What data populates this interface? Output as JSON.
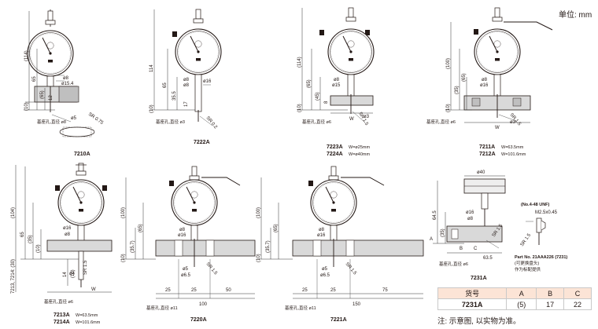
{
  "unit_label": "单位: mm",
  "colors": {
    "line": "#231815",
    "dimension": "#333333",
    "table_header_bg": "#fce4d6",
    "table_border": "#c9c9c9",
    "gauge_bg": "#eeeeee"
  },
  "gauges": [
    {
      "id": "7210A",
      "model_lines": [
        "7210A"
      ],
      "width_notes": [],
      "hole_note": "基座孔,直径 ø8",
      "dims": [
        "(114)",
        "65",
        "(65)",
        "ø8",
        "ø15.4",
        "12",
        "(10)",
        "ø5",
        "SR 0.75"
      ]
    },
    {
      "id": "7222A",
      "model_lines": [
        "7222A"
      ],
      "width_notes": [],
      "hole_note": "基座孔,直径 ø3",
      "dims": [
        "114",
        "65",
        "35.5",
        "ø8",
        "ø8",
        "ø16",
        "17",
        "(10)",
        "SR 0.2"
      ]
    },
    {
      "id": "7223A",
      "model_lines": [
        "7223A",
        "7224A"
      ],
      "width_notes": [
        "W=ø25mm",
        "W=ø40mm"
      ],
      "hole_note": "基座孔,直径 ø6",
      "dims": [
        "(114)",
        "(65)",
        "(45)",
        "ø8",
        "ø15",
        "8",
        "(10)",
        "W",
        "SR 1.5",
        "ø3"
      ]
    },
    {
      "id": "7211A",
      "model_lines": [
        "7211A",
        "7212A"
      ],
      "width_notes": [
        "W=63.5mm",
        "W=101.6mm"
      ],
      "hole_note": "基座孔,直径 ø6",
      "dims": [
        "(100)",
        "(35)",
        "(65)",
        "ø8",
        "ø16",
        "(10)",
        "W",
        "SR 1.5",
        "ø3"
      ]
    },
    {
      "id": "7213A",
      "model_lines": [
        "7213A",
        "7214A"
      ],
      "width_notes": [
        "W=63.5mm",
        "W=101.6mm"
      ],
      "hole_note": "基座孔,直径 ø6",
      "dims": [
        "(104)",
        "65",
        "(35)",
        "(10)",
        "7213, 7214: (30)",
        "ø16",
        "ø8",
        "14",
        "(10)",
        "ø4",
        "SR 1.5",
        "W"
      ]
    },
    {
      "id": "7220A",
      "model_lines": [
        "7220A"
      ],
      "width_notes": [],
      "hole_note": "基座孔,直径 ø11",
      "dims": [
        "(100)",
        "(35.7)",
        "(65)",
        "ø8",
        "ø16",
        "(10)",
        "25",
        "25",
        "50",
        "100",
        "ø5",
        "ø6.5",
        "SR 1.5"
      ]
    },
    {
      "id": "7221A",
      "model_lines": [
        "7221A"
      ],
      "width_notes": [],
      "hole_note": "基座孔,直径 ø11",
      "dims": [
        "(100)",
        "(35.7)",
        "(65)",
        "ø8",
        "ø16",
        "(10)",
        "25",
        "25",
        "75",
        "150",
        "ø5",
        "ø6.5",
        "SR 1.5"
      ]
    },
    {
      "id": "7231A",
      "model_lines": [
        "7231A"
      ],
      "width_notes": [],
      "hole_note": "基座孔,直径 ø6",
      "dims": [
        "ø40",
        "64.5",
        "(35)",
        "ø16",
        "ø8",
        "A",
        "B",
        "C",
        "63.5",
        "SR 1.5"
      ]
    }
  ],
  "detail_7231A": {
    "thread_label": "(No.4-48 UNF)",
    "thread_dim": "M2.5x0.45",
    "part_lines": [
      "Part No. 21AAA226 (7231)",
      "(可更换盘头)",
      "作为标配提供"
    ]
  },
  "table": {
    "headers": [
      "货号",
      "A",
      "B",
      "C"
    ],
    "rows": [
      [
        "7231A",
        "(5)",
        "17",
        "22"
      ]
    ]
  },
  "footnote": "注: 示意图, 以实物为准。"
}
